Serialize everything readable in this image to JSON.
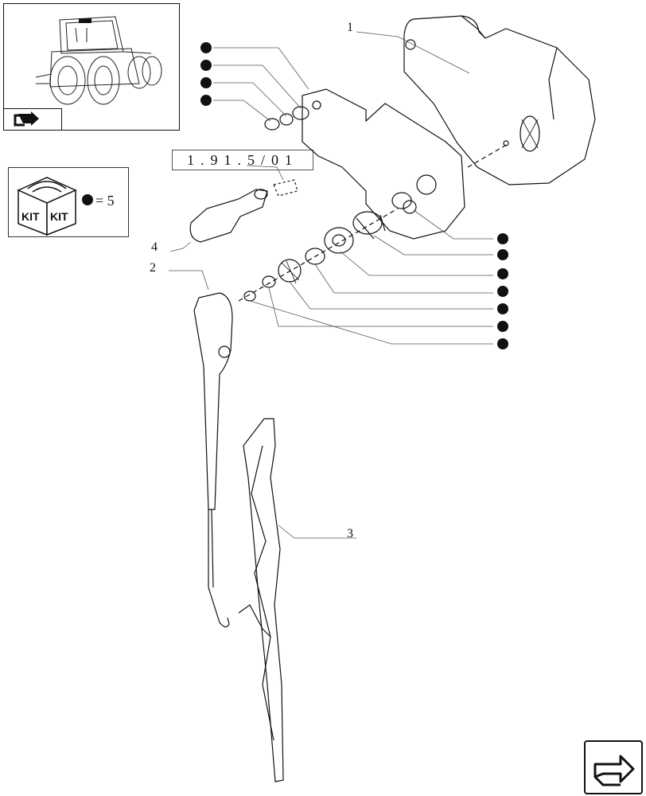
{
  "callouts": {
    "motor": "1",
    "arm": "2",
    "blade": "3",
    "shaft": "4"
  },
  "reference_code": "1.91.5/01",
  "kit": {
    "label_left": "KIT",
    "label_right": "KIT",
    "equals": "= 5"
  },
  "icons": {
    "kit_marker": "filled-circle",
    "nav_back": "arrow-back-icon",
    "nav_next": "arrow-forward-icon"
  },
  "colors": {
    "line": "#111111",
    "marker": "#111111"
  }
}
